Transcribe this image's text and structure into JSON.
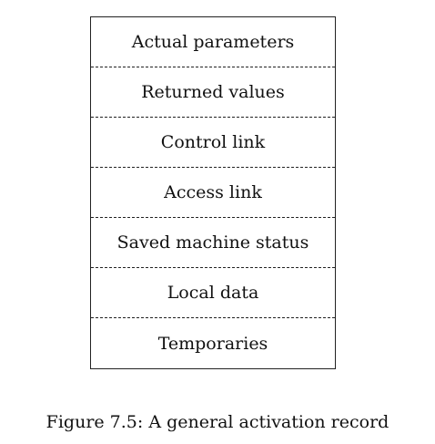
{
  "record": {
    "fields": [
      "Actual parameters",
      "Returned values",
      "Control link",
      "Access link",
      "Saved machine status",
      "Local data",
      "Temporaries"
    ]
  },
  "caption": "Figure 7.5: A general activation record"
}
